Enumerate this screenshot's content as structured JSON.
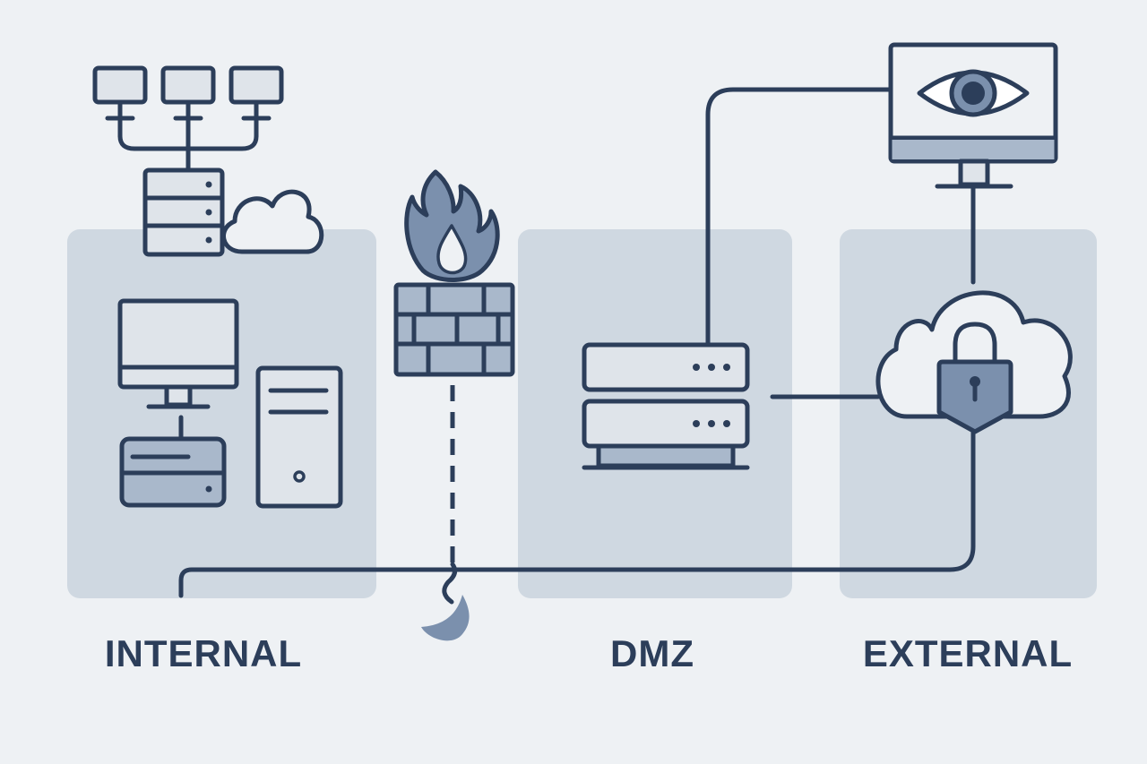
{
  "zones": [
    {
      "id": "internal",
      "label": "INTERNAL"
    },
    {
      "id": "dmz",
      "label": "DMZ"
    },
    {
      "id": "external",
      "label": "EXTERNAL"
    }
  ],
  "icons": [
    "network-hub-icon",
    "server-stack-icon",
    "cloud-icon",
    "desktop-monitor-icon",
    "storage-drive-icon",
    "tower-pc-icon",
    "firewall-icon",
    "flame-icon",
    "dmz-server-icon",
    "monitoring-eye-icon",
    "secure-cloud-icon",
    "padlock-icon"
  ],
  "colors": {
    "background": "#eef1f4",
    "zone_fill": "#cfd8e1",
    "stroke": "#2c3e5a",
    "light_fill": "#dfe4ea",
    "medium_fill": "#a9b8cb",
    "dark_fill": "#7b90ad",
    "label": "#2c3e5a"
  }
}
